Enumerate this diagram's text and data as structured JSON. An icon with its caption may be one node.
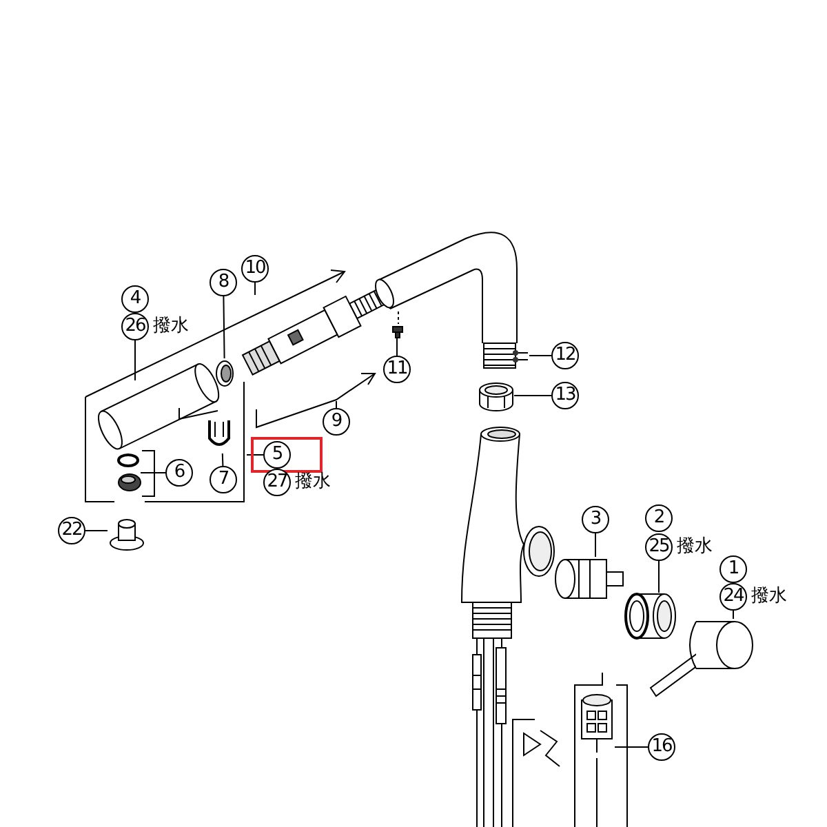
{
  "diagram": {
    "nodes": [
      {
        "text": [
          "4"
        ]
      },
      {
        "text": [
          "26"
        ],
        "beside": [
          "撥水"
        ]
      },
      {
        "text": [],
        "shape": "bracket"
      },
      {
        "text": [
          "6"
        ],
        "in": 2
      },
      {
        "text": [],
        "shape": "picture",
        "in": 2
      },
      {
        "text": [
          "7"
        ],
        "in": 2
      },
      {
        "text": [],
        "shape": "picture",
        "in": 2
      },
      {
        "text": [
          "8"
        ]
      },
      {
        "text": [
          "10"
        ]
      },
      {
        "text": [
          "11"
        ]
      },
      {
        "text": [
          "9"
        ]
      },
      {
        "text": [
          "12"
        ]
      },
      {
        "text": [
          "13"
        ]
      },
      {
        "text": [],
        "shape": "box"
      },
      {
        "text": [
          "5"
        ],
        "in": 13
      },
      {
        "text": [
          "27"
        ],
        "beside": [
          "撥水"
        ]
      },
      {
        "text": [
          "22"
        ]
      },
      {
        "text": [
          "3"
        ]
      },
      {
        "text": [
          "2"
        ]
      },
      {
        "text": [
          "25"
        ],
        "beside": [
          "撥水"
        ]
      },
      {
        "text": [
          "1"
        ]
      },
      {
        "text": [
          "24"
        ],
        "beside": [
          "撥水"
        ]
      },
      {
        "text": [
          "16"
        ]
      },
      {
        "text": [],
        "shape": "picture"
      },
      {
        "text": [],
        "shape": "picture"
      },
      {
        "text": [],
        "shape": "box"
      },
      {
        "text": [],
        "shape": "picture"
      },
      {
        "text": [],
        "shape": "cylinder"
      },
      {
        "text": [],
        "shape": "picture"
      },
      {
        "text": [],
        "shape": "picture"
      },
      {
        "text": [],
        "shape": "picture"
      },
      {
        "text": [],
        "shape": "picture"
      },
      {
        "text": [],
        "shape": "picture"
      }
    ],
    "edges": [
      {
        "from": 1,
        "to": 2,
        "arrow": "none"
      },
      {
        "from": 14,
        "to": 2,
        "arrow": "none"
      },
      {
        "from": 3,
        "to": 4,
        "arrow": "none"
      },
      {
        "from": 5,
        "to": 6,
        "arrow": "none"
      },
      {
        "from": 7,
        "to": 23,
        "arrow": "none"
      },
      {
        "from": 8,
        "to": 24,
        "arrow": "none"
      },
      {
        "from": 9,
        "to": 25,
        "arrow": "none"
      },
      {
        "from": 10,
        "to": null,
        "arrow": "none"
      },
      {
        "from": 11,
        "to": 26,
        "arrow": "none"
      },
      {
        "from": 12,
        "to": 27,
        "arrow": "none"
      },
      {
        "from": 16,
        "to": 28,
        "arrow": "none"
      },
      {
        "from": 17,
        "to": 29,
        "arrow": "none"
      },
      {
        "from": 19,
        "to": 30,
        "arrow": "none"
      },
      {
        "from": 21,
        "to": 31,
        "arrow": "none"
      },
      {
        "from": 22,
        "to": 32,
        "arrow": "none"
      }
    ]
  }
}
